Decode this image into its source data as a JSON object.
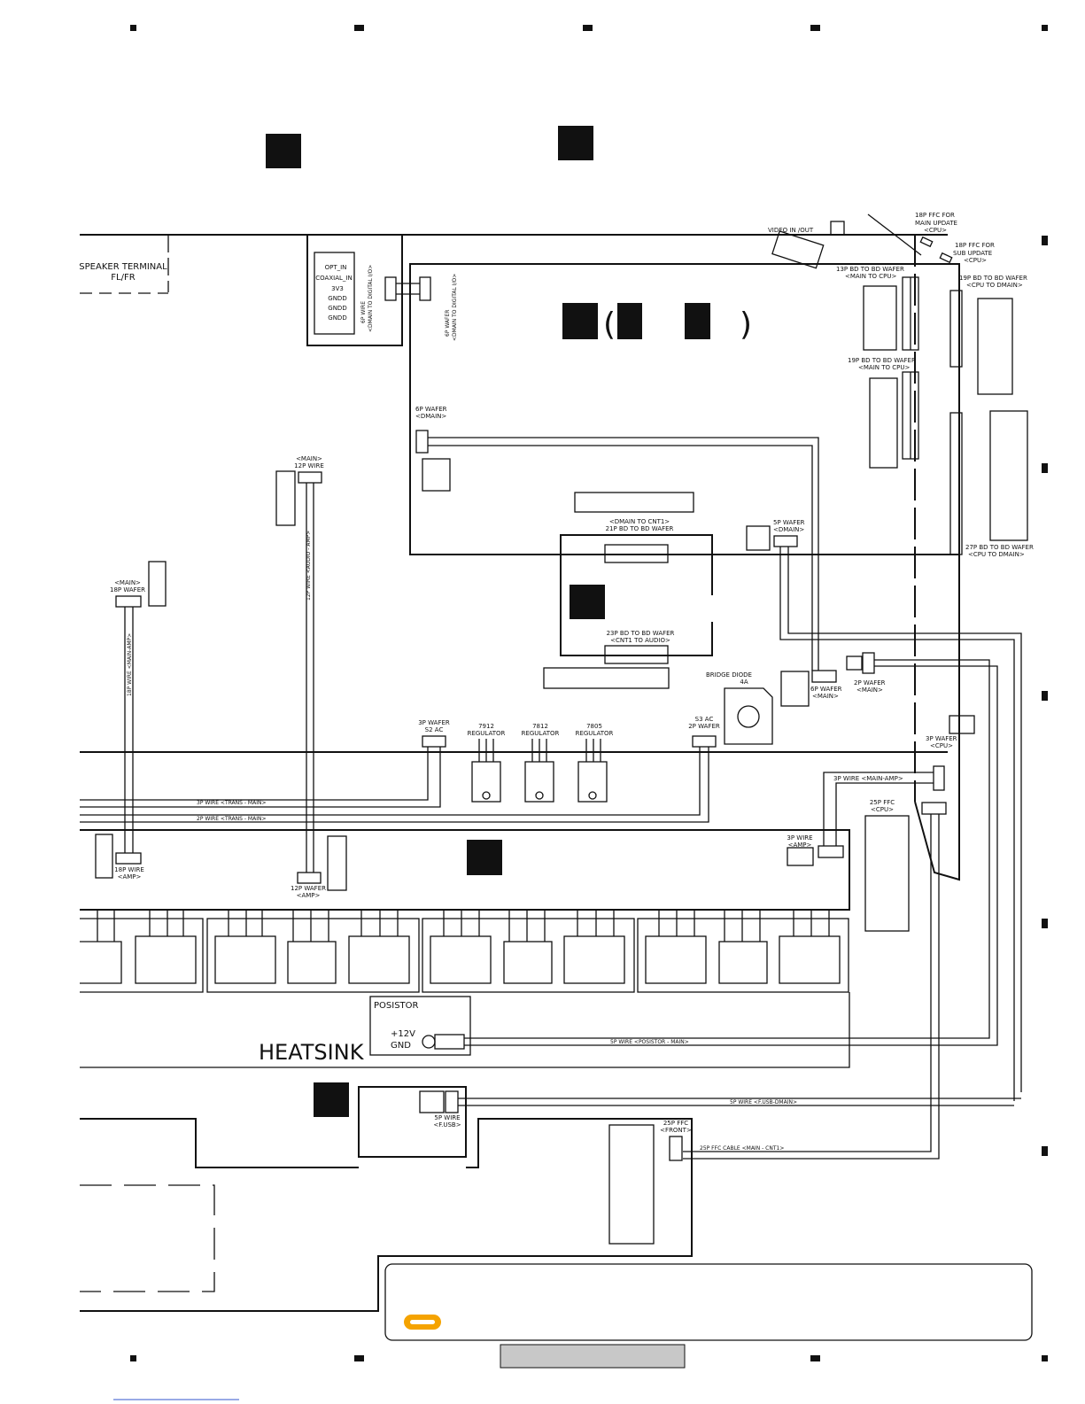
{
  "labels": {
    "speaker_terminal": "SPEAKER TERMINAL",
    "speaker_ch": "FL/FR",
    "opt_in": "OPT_IN",
    "coaxial_in": "COAXIAL_IN",
    "v3v3": "3V3",
    "gndd1": "GNDD",
    "gndd2": "GNDD",
    "gndd3": "GNDD",
    "wire6p_a_1": "6P WIRE",
    "wire6p_a_2": "<DMAIN TO DIGITAL I/O>",
    "wafer6p_b_1": "6P WAFER",
    "wafer6p_b_2": "<DMAIN TO DIGITAL I/O>",
    "video_in_out": "VIDEO IN /OUT",
    "ffc18_main_1": "18P FFC FOR",
    "ffc18_main_2": "MAIN UPDATE",
    "ffc18_main_3": "<CPU>",
    "ffc18_sub_1": "18P FFC FOR",
    "ffc18_sub_2": "SUB UPDATE",
    "ffc18_sub_3": "<CPU>",
    "bd13_1": "13P BD TO BD WAFER",
    "bd13_2": "<MAIN TO CPU>",
    "bd19a_1": "19P BD TO BD WAFER",
    "bd19a_2": "<CPU TO DMAIN>",
    "bd19b_1": "19P BD TO BD WAFER",
    "bd19b_2": "<MAIN TO CPU>",
    "wafer6p_dmain_1": "6P WAFER",
    "wafer6p_dmain_2": "<DMAIN>",
    "main_12p_1": "<MAIN>",
    "main_12p_2": "12P WIRE",
    "bd21_1": "<DMAIN TO CNT1>",
    "bd21_2": "21P BD TO BD WAFER",
    "wafer5p_1": "5P WAFER",
    "wafer5p_2": "<DMAIN>",
    "bd27_1": "27P BD TO BD WAFER",
    "bd27_2": "<CPU TO DMAIN>",
    "main_18p_1": "<MAIN>",
    "main_18p_2": "18P WAFER",
    "wire18p_main_amp": "18P WIRE <MAIN-AMP>",
    "wire12p_audio_amp": "12P WIRE <AUDIO - AMP>",
    "bd23_1": "23P BD TO BD WAFER",
    "bd23_2": "<CNT1 TO AUDIO>",
    "bridge_1": "BRIDGE DIODE",
    "bridge_2": "4A",
    "wafer6p_main_1": "6P WAFER",
    "wafer6p_main_2": "<MAIN>",
    "wafer2p_main_1": "2P WAFER",
    "wafer2p_main_2": "<MAIN>",
    "wafer3p_s2_1": "3P WAFER",
    "wafer3p_s2_2": "S2 AC",
    "reg1_1": "7912",
    "reg1_2": "REGULATOR",
    "reg2_1": "7812",
    "reg2_2": "REGULATOR",
    "reg3_1": "7805",
    "reg3_2": "REGULATOR",
    "s3ac_1": "S3 AC",
    "s3ac_2": "2P WAFER",
    "wafer3p_cpu_1": "3P WAFER",
    "wafer3p_cpu_2": "<CPU>",
    "wire3p_main_amp": "3P WIRE <MAIN-AMP>",
    "ffc25_cpu_1": "25P FFC",
    "ffc25_cpu_2": "<CPU>",
    "wire3p_trans": "3P WIRE <TRANS - MAIN>",
    "wire2p_trans": "2P WIRE <TRANS - MAIN>",
    "wire3p_amp_1": "3P WIRE",
    "wire3p_amp_2": "<AMP>",
    "wire18p_amp_1": "18P WIRE",
    "wire18p_amp_2": "<AMP>",
    "wafer12p_amp_1": "12P WAFER",
    "wafer12p_amp_2": "<AMP>",
    "posistor": "POSISTOR",
    "plus12v": "+12V",
    "gnd": "GND",
    "heatsink": "HEATSINK",
    "wire5p_posistor": "5P WIRE <POSISTOR - MAIN>",
    "wire5p_fusb_dmain": "5P WIRE <F.USB-DMAIN>",
    "wire5p_fusb_1": "5P WIRE",
    "wire5p_fusb_2": "<F.USB>",
    "ffc25_front_1": "25P FFC",
    "ffc25_front_2": "<FRONT>",
    "ffc25_cable": "25P FFC CABLE <MAIN - CNT1>",
    "paren_open": "(",
    "paren_close": ")"
  },
  "colors": {
    "ink": "#111111",
    "note_oval": "#f5a300",
    "footer_box": "#c8c8c8"
  }
}
